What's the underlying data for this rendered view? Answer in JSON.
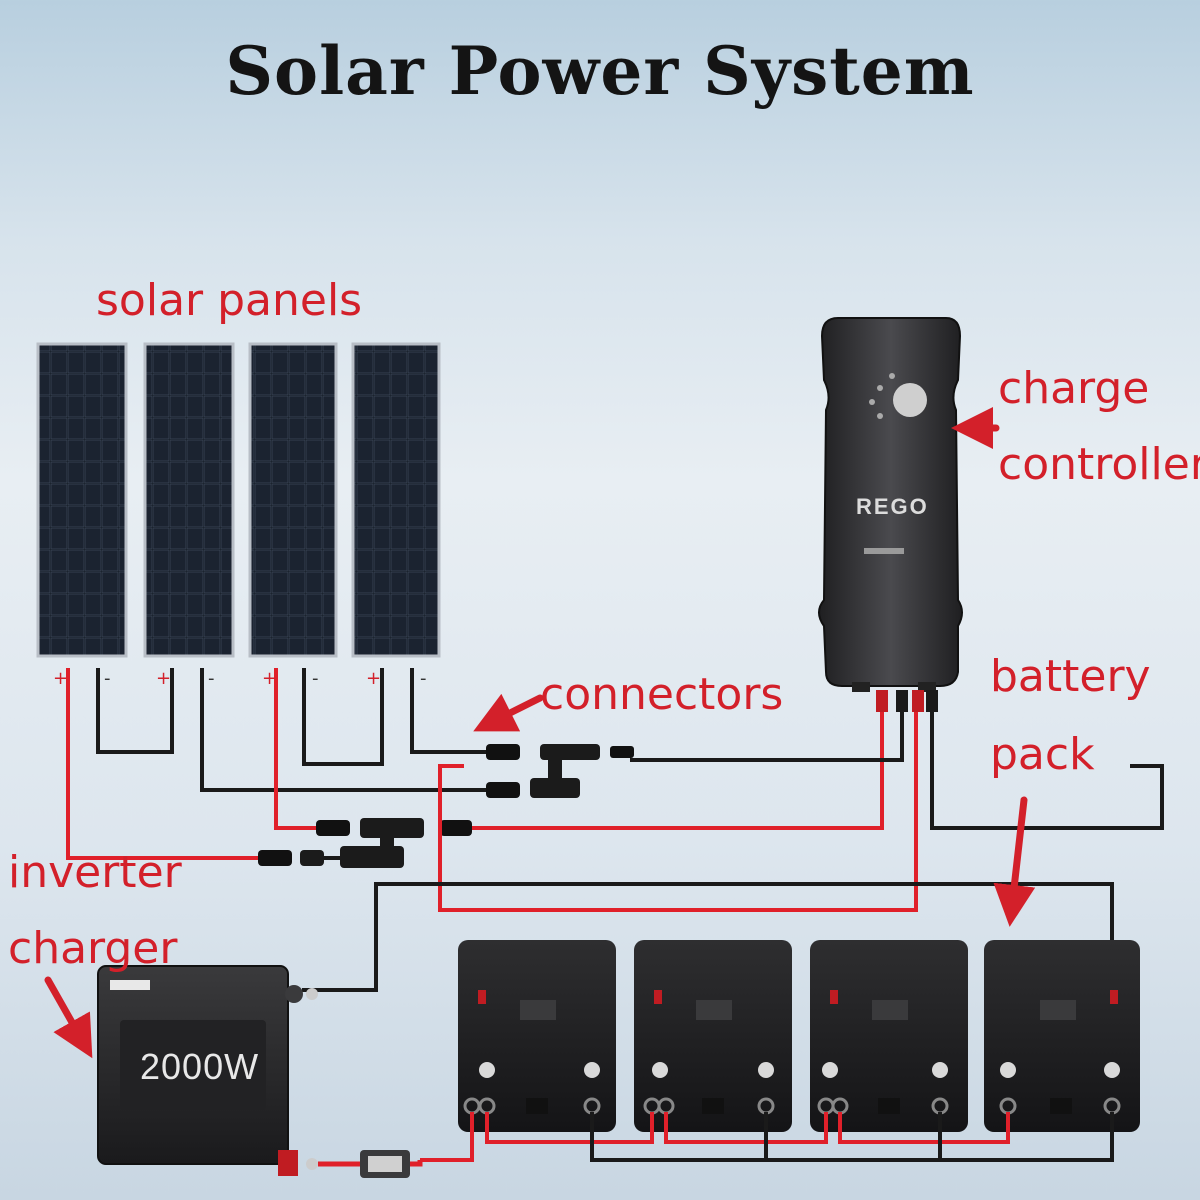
{
  "title": "Solar Power System",
  "labels": {
    "solar_panels": "solar panels",
    "charge_controller_line1": "charge",
    "charge_controller_line2": "controller",
    "connectors": "connectors",
    "battery_pack_line1": "battery",
    "battery_pack_line2": "pack",
    "inverter_line1": "inverter",
    "inverter_line2": "charger"
  },
  "charge_controller": {
    "model": "REGO"
  },
  "inverter": {
    "rating": "2000W"
  },
  "terminals": {
    "positive": "+",
    "negative": "-"
  },
  "colors": {
    "label_red": "#d3202a",
    "wire_red": "#e0202a",
    "wire_black": "#1a1a1a",
    "panel_cell": "#141a22",
    "device_body": "#2b2b2d"
  }
}
